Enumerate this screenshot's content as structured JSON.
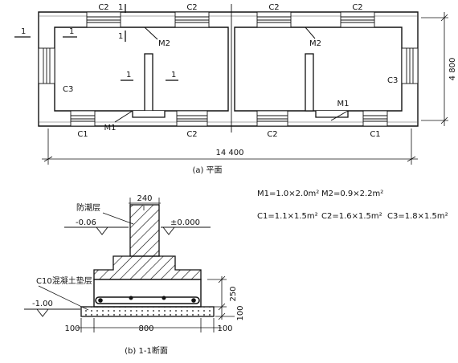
{
  "plan": {
    "windows": {
      "c1": "C1",
      "c2": "C2",
      "c3": "C3"
    },
    "doors": {
      "m1": "M1",
      "m2": "M2"
    },
    "section_mark": "1",
    "dim_total": "14 400",
    "dim_depth": "4 800",
    "caption": "(a) 平面"
  },
  "notes": {
    "m1": "M1=1.0×2.0m²",
    "m2": "M2=0.9×2.2m²",
    "c1": "C1=1.1×1.5m²",
    "c2": "C2=1.6×1.5m²",
    "c3": "C3=1.8×1.5m²"
  },
  "section": {
    "dim_wall": "240",
    "damp_label": "防潮层",
    "elev_ground": "-0.06",
    "elev_floor": "±0.000",
    "cushion_label": "C10混凝土垫层",
    "elev_bottom": "-1.00",
    "dim_footing_h": "250",
    "dim_cushion_h": "100",
    "dim_left": "100",
    "dim_width": "800",
    "dim_right": "100",
    "caption": "(b) 1-1断面"
  }
}
